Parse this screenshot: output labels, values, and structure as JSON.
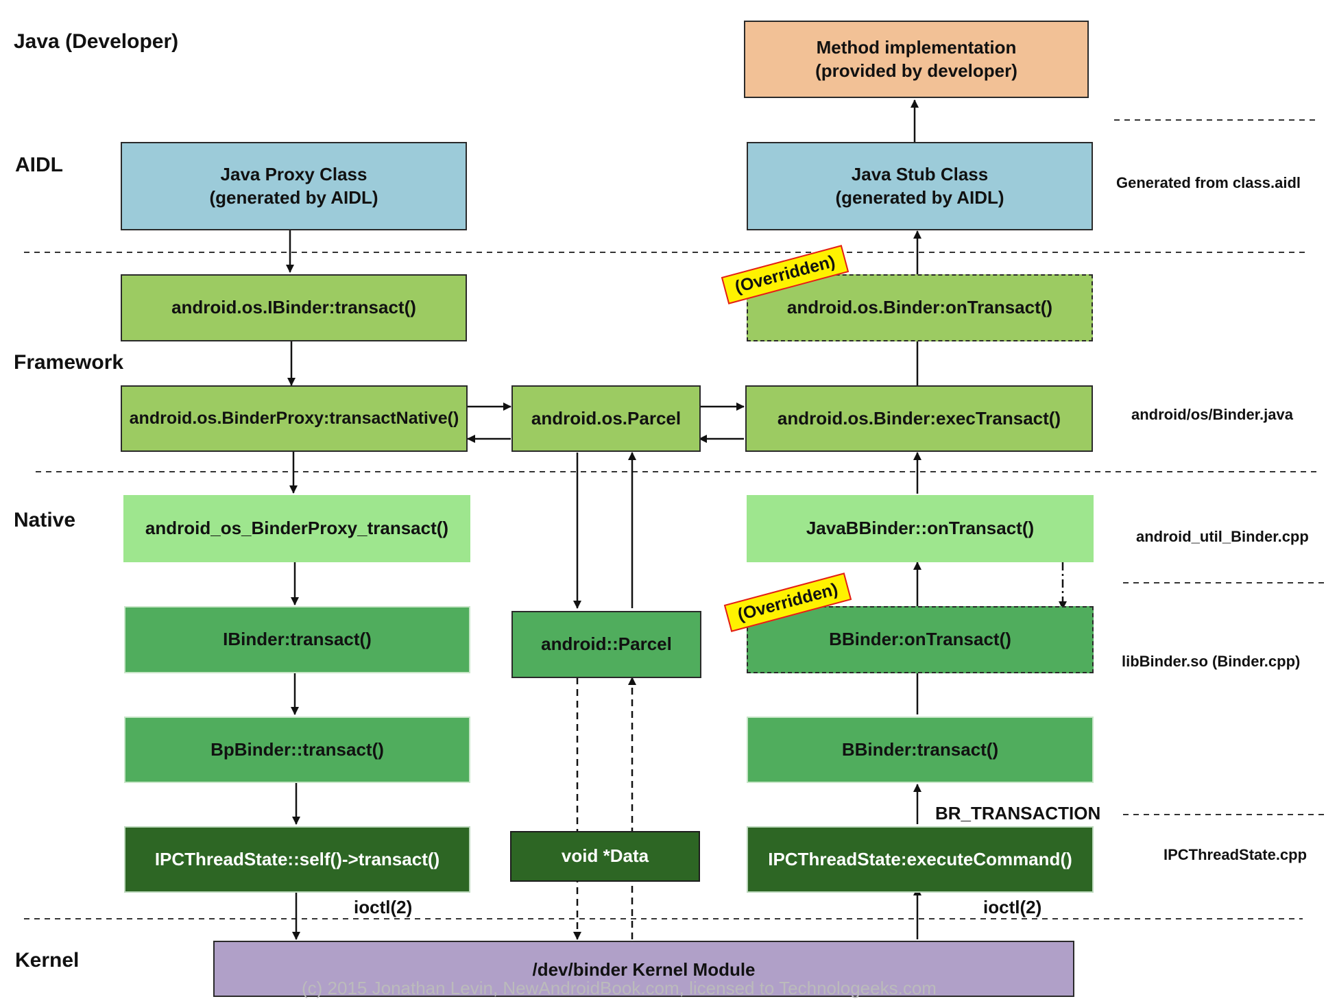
{
  "layers": {
    "java": "Java (Developer)",
    "aidl": "AIDL",
    "framework": "Framework",
    "native": "Native",
    "kernel": "Kernel"
  },
  "boxes": {
    "method_impl": "Method implementation\n(provided by developer)",
    "java_proxy": "Java Proxy Class\n(generated by AIDL)",
    "java_stub": "Java Stub Class\n(generated by AIDL)",
    "ibinder_transact": "android.os.IBinder:transact()",
    "binder_ontransact": "android.os.Binder:onTransact()",
    "binderproxy_transactnative": "android.os.BinderProxy:transactNative()",
    "os_parcel": "android.os.Parcel",
    "binder_exectransact": "android.os.Binder:execTransact()",
    "android_os_binderproxy_transact": "android_os_BinderProxy_transact()",
    "javabbinder_ontransact": "JavaBBinder::onTransact()",
    "native_ibinder_transact": "IBinder:transact()",
    "native_parcel": "android::Parcel",
    "bbinder_ontransact": "BBinder:onTransact()",
    "bpbinder_transact": "BpBinder::transact()",
    "bbinder_transact": "BBinder:transact()",
    "ipc_self_transact": "IPCThreadState::self()->transact()",
    "void_data": "void *Data",
    "ipc_executecommand": "IPCThreadState:executeCommand()",
    "kernel_module": "/dev/binder Kernel Module"
  },
  "stamps": {
    "overridden_1": "(Overridden)",
    "overridden_2": "(Overridden)"
  },
  "labels": {
    "ioctl_left": "ioctl(2)",
    "ioctl_right": "ioctl(2)",
    "br_transaction": "BR_TRANSACTION"
  },
  "notes": {
    "generated": "Generated from class.aidl",
    "binder_java": "android/os/Binder.java",
    "util_binder": "android_util_Binder.cpp",
    "libbinder": "libBinder.so (Binder.cpp)",
    "ipcthreadstate": "IPCThreadState.cpp"
  },
  "copyright": "(c) 2015 Jonathan Levin, NewAndroidBook.com, licensed to Technologeeks.com",
  "colors": {
    "method_impl": "#f2c196",
    "aidl": "#9ccbd9",
    "framework": "#9ccb62",
    "native_light": "#9ee68e",
    "native_mid": "#50ad5d",
    "native_dark": "#2d6624",
    "kernel": "#b0a0c8",
    "stamp_fill": "#fff200",
    "stamp_border": "#e31b1b"
  }
}
